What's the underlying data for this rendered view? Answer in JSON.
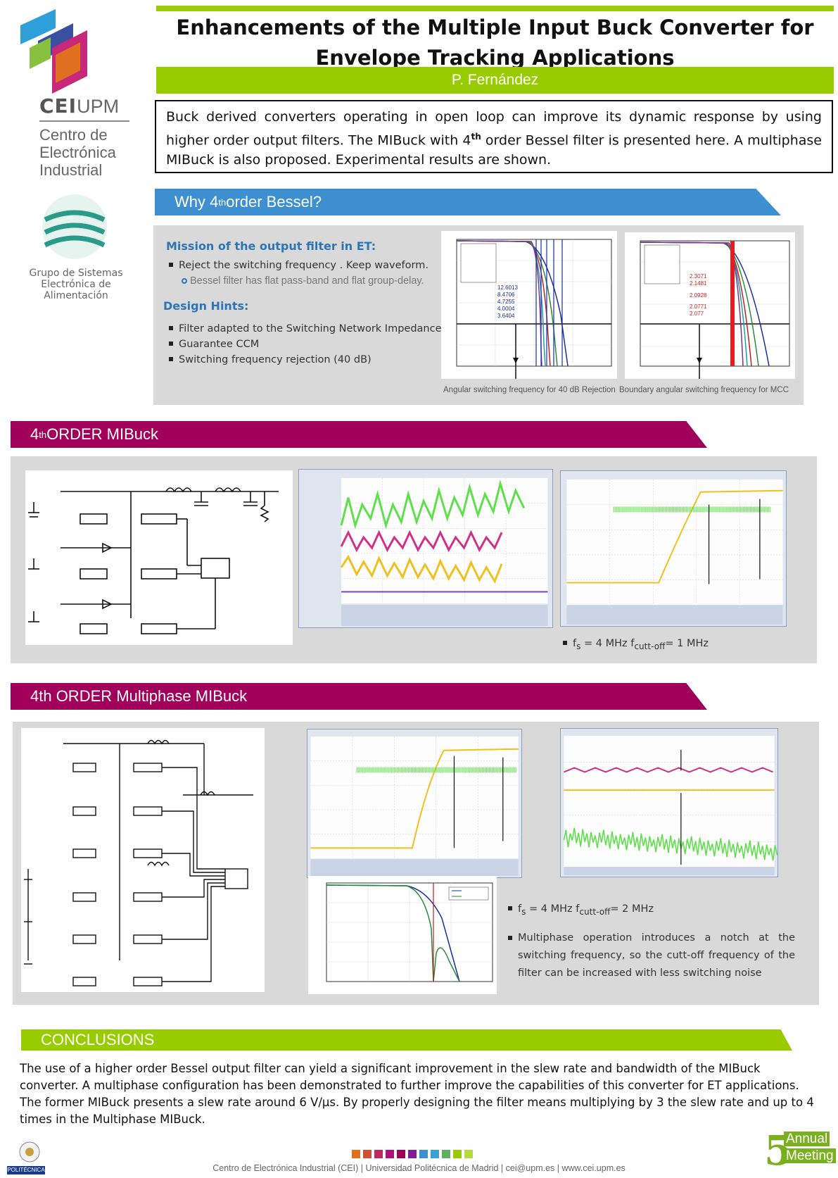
{
  "header": {
    "title_line1": "Enhancements of the Multiple Input Buck Converter for",
    "title_line2": "Envelope Tracking Applications",
    "author": "P. Fernández",
    "abstract_part1": "Buck derived converters operating in open loop can improve its dynamic response  by using higher order output filters. The MIBuck with 4",
    "abstract_sup": "th",
    "abstract_part2": " order Bessel filter is presented here. A multiphase MIBuck is also proposed. Experimental results are shown."
  },
  "logos": {
    "cei_bold": "CEI",
    "cei_light": "UPM",
    "cei_line1": "Centro de",
    "cei_line2": "Electrónica",
    "cei_line3": "Industrial",
    "gse_line1": "Grupo de Sistemas",
    "gse_line2": "Electrónica de",
    "gse_line3": "Alimentación",
    "upm_label": "POLITÉCNICA",
    "annual_number": "5",
    "annual_line1": "Annual",
    "annual_line2": "Meeting"
  },
  "why": {
    "header_a": "Why 4",
    "header_sup": "th",
    "header_b": " order Bessel?",
    "mission_title": "Mission of  the output  filter in ET:",
    "mission_bullet": "Reject the  switching frequency .  Keep waveform.",
    "mission_sub": "Bessel filter has flat pass-band and flat group-delay.",
    "hints_title": "Design Hints:",
    "hints": [
      "Filter adapted to the Switching Network Impedance",
      "Guarantee  CCM",
      "Switching frequency rejection  (40 dB)"
    ],
    "caption_left": "Angular switching frequency for 40 dB Rejection",
    "caption_right": "Boundary angular switching frequency for MCC"
  },
  "mibuck": {
    "header_a": "4",
    "header_sup": "th",
    "header_b": " ORDER MIBuck",
    "note_a": "f",
    "note_sub1": "s",
    "note_b": " = 4 MHz f",
    "note_sub2": "cutt-off",
    "note_c": "= 1 MHz"
  },
  "multiphase": {
    "header": "4th ORDER Multiphase MIBuck",
    "note1_a": "f",
    "note1_sub1": "s",
    "note1_b": " = 4 MHz f",
    "note1_sub2": "cutt-off",
    "note1_c": "= 2 MHz",
    "note2": "Multiphase operation introduces a notch at the switching frequency, so the cutt-off frequency of the filter can be increased with less switching noise"
  },
  "conclusions": {
    "header": "CONCLUSIONS",
    "text": "The use of a higher order Bessel output filter can yield a significant improvement in the slew rate and bandwidth of the MIBuck converter. A multiphase configuration has been demonstrated to further improve the capabilities of this converter for ET applications. The former MIBuck presents a slew rate around 6 V/µs. By properly designing the filter means multiplying by 3  the slew rate and up to 4 times in the Multiphase MIBuck."
  },
  "footer": {
    "text": "Centro de Electrónica Industrial (CEI) | Universidad Politécnica de Madrid | cei@upm.es | www.cei.upm.es"
  },
  "colors": {
    "green": "#99cc00",
    "blue": "#3d8fcf",
    "magenta": "#a0005a",
    "panel_grey": "#d9d9d9"
  },
  "footer_squares": [
    "#e07020",
    "#d05030",
    "#c02860",
    "#b0107a",
    "#a0005a",
    "#802090",
    "#3d8fcf",
    "#3aa0d0",
    "#60b060",
    "#99cc00",
    "#b8d840"
  ]
}
